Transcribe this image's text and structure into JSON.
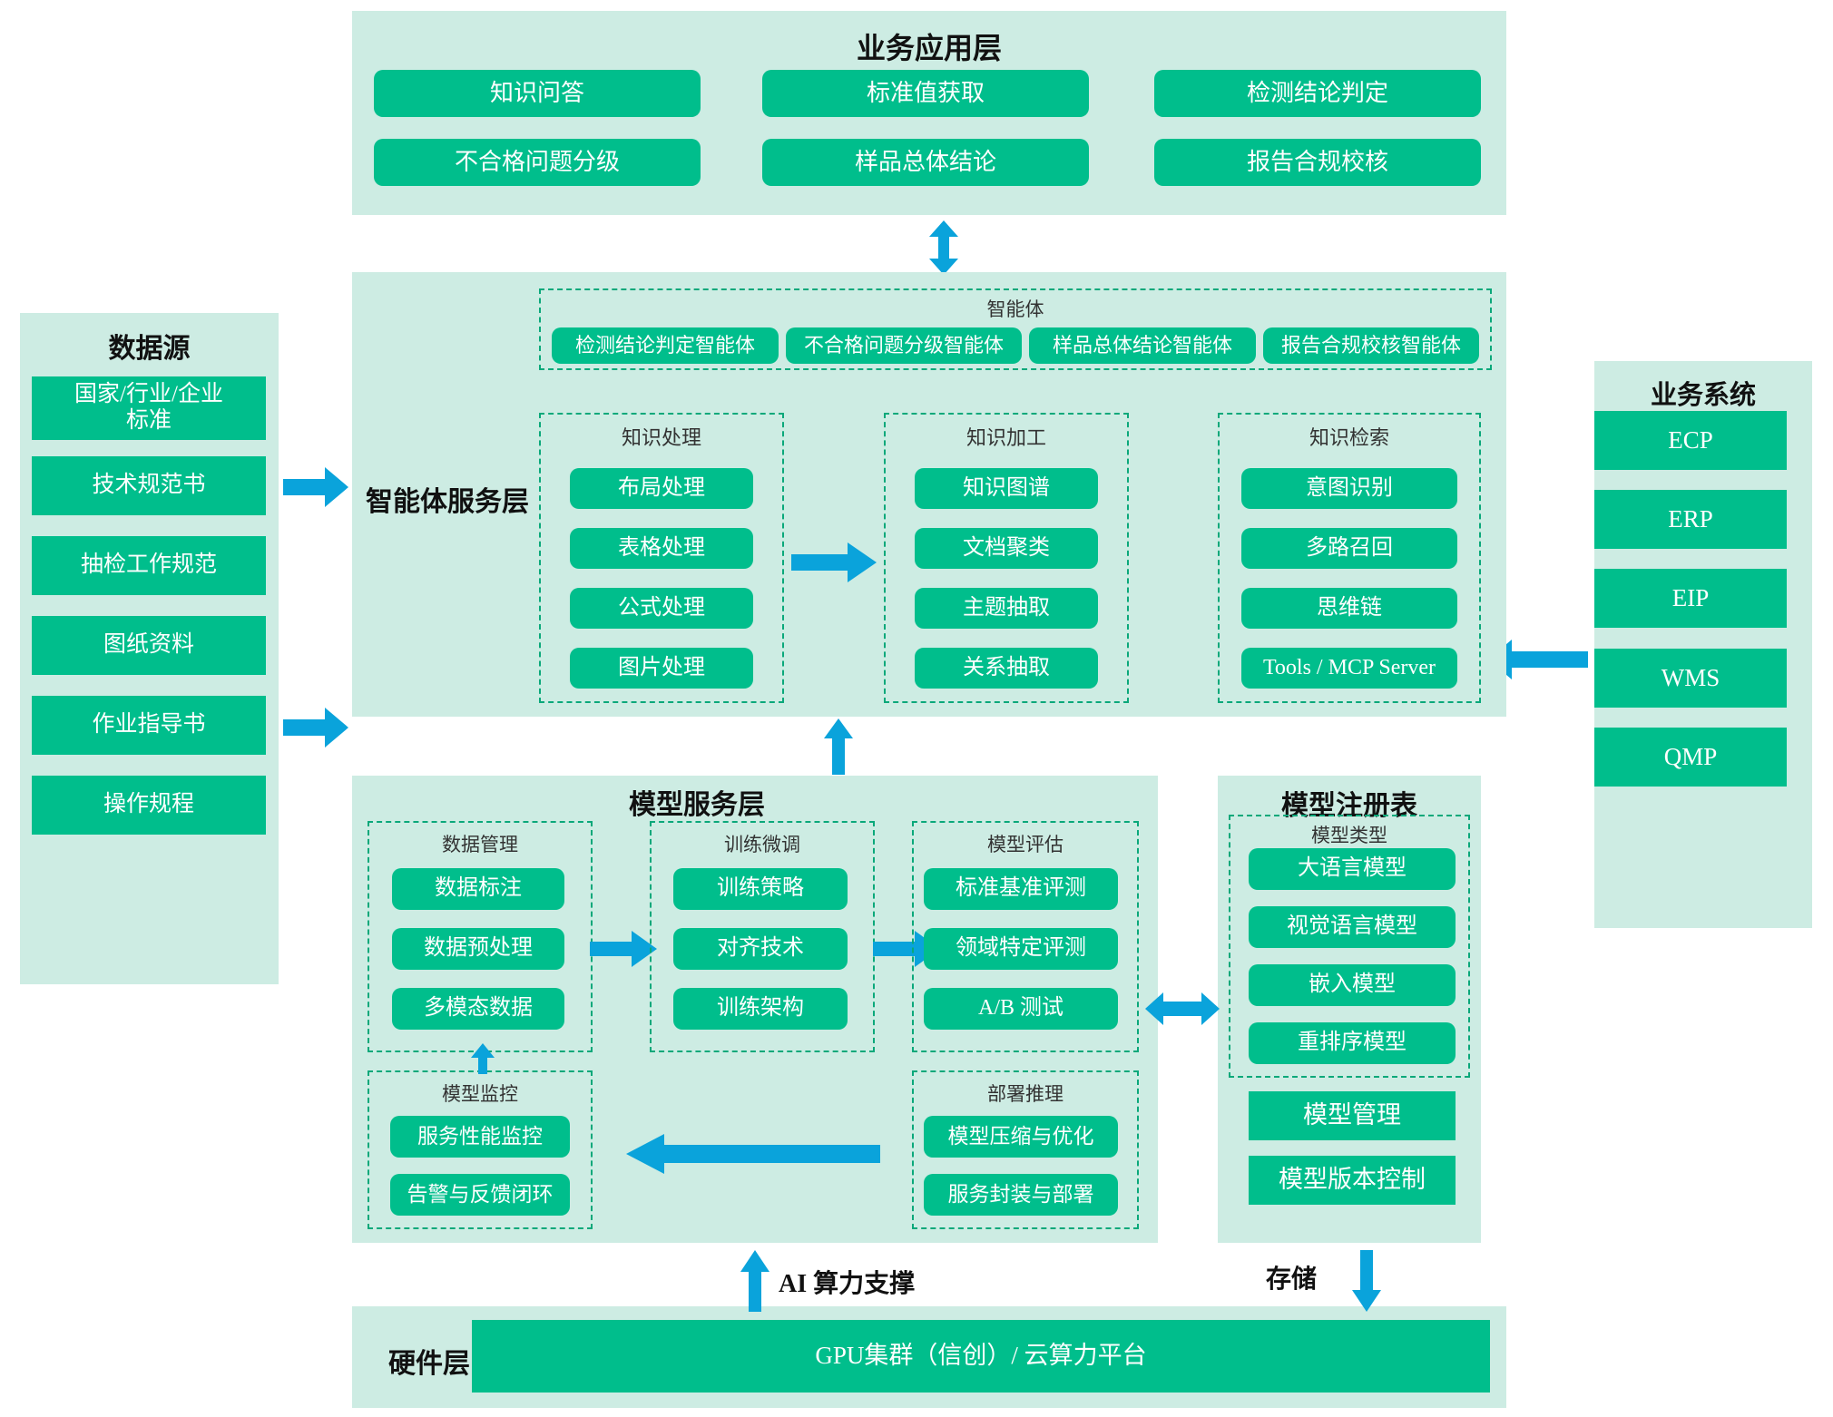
{
  "colors": {
    "panel_bg": "#cdece3",
    "chip_green": "#00be8c",
    "arrow_blue": "#0aa3db",
    "dashed_border": "#0aa87a",
    "text_dark": "#111111",
    "chip_text": "#ffffff"
  },
  "business_app_layer": {
    "title": "业务应用层",
    "items": [
      "知识问答",
      "标准值获取",
      "检测结论判定",
      "不合格问题分级",
      "样品总体结论",
      "报告合规校核"
    ]
  },
  "data_source": {
    "title": "数据源",
    "items": [
      "国家/行业/企业\n标准",
      "技术规范书",
      "抽检工作规范",
      "图纸资料",
      "作业指导书",
      "操作规程"
    ]
  },
  "business_systems": {
    "title": "业务系统",
    "items": [
      "ECP",
      "ERP",
      "EIP",
      "WMS",
      "QMP"
    ]
  },
  "agent_service_layer": {
    "title": "智能体服务层",
    "agents_group": {
      "title": "智能体",
      "items": [
        "检测结论判定智能体",
        "不合格问题分级智能体",
        "样品总体结论智能体",
        "报告合规校核智能体"
      ]
    },
    "groups": [
      {
        "title": "知识处理",
        "items": [
          "布局处理",
          "表格处理",
          "公式处理",
          "图片处理"
        ]
      },
      {
        "title": "知识加工",
        "items": [
          "知识图谱",
          "文档聚类",
          "主题抽取",
          "关系抽取"
        ]
      },
      {
        "title": "知识检索",
        "items": [
          "意图识别",
          "多路召回",
          "思维链",
          "Tools / MCP Server"
        ]
      }
    ]
  },
  "model_service_layer": {
    "title": "模型服务层",
    "groups": [
      {
        "title": "数据管理",
        "items": [
          "数据标注",
          "数据预处理",
          "多模态数据"
        ]
      },
      {
        "title": "训练微调",
        "items": [
          "训练策略",
          "对齐技术",
          "训练架构"
        ]
      },
      {
        "title": "模型评估",
        "items": [
          "标准基准评测",
          "领域特定评测",
          "A/B 测试"
        ]
      },
      {
        "title": "模型监控",
        "items": [
          "服务性能监控",
          "告警与反馈闭环"
        ]
      },
      {
        "title": "部署推理",
        "items": [
          "模型压缩与优化",
          "服务封装与部署"
        ]
      }
    ]
  },
  "model_registry": {
    "title": "模型注册表",
    "model_types": {
      "title": "模型类型",
      "items": [
        "大语言模型",
        "视觉语言模型",
        "嵌入模型",
        "重排序模型"
      ]
    },
    "items": [
      "模型管理",
      "模型版本控制"
    ]
  },
  "hardware_layer": {
    "label": "硬件层",
    "item": "GPU集群（信创）/ 云算力平台"
  },
  "flow_labels": {
    "ai_compute": "AI 算力支撑",
    "storage": "存储"
  }
}
